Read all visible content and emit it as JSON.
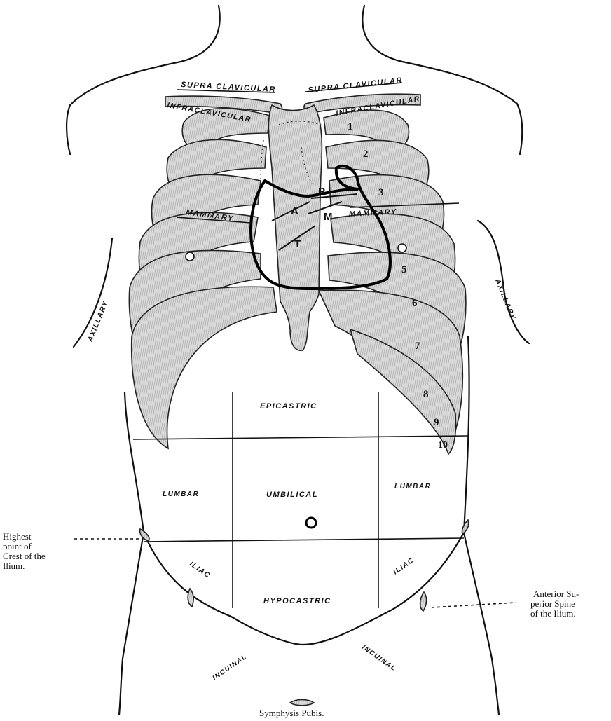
{
  "regions": {
    "supra_clavicular_left": "SUPRA CLAVICULAR",
    "supra_clavicular_right": "SUPRA CLAVICULAR",
    "infra_clavicular_left": "INFRACLAVICULAR",
    "infra_clavicular_right": "INFRACLAVICULAR",
    "mammary_left": "MAMMARY",
    "mammary_right": "MAMMARY",
    "axillary_left": "AXILLARY",
    "axillary_right": "AXILLARY",
    "epigastric": "EPICASTRIC",
    "umbilical": "UMBILICAL",
    "lumbar_left": "LUMBAR",
    "lumbar_right": "LUMBAR",
    "iliac_left": "ILIAC",
    "iliac_right": "ILIAC",
    "hypogastric": "HYPOCASTRIC",
    "inguinal_left": "INCUINAL",
    "inguinal_right": "INCUINAL"
  },
  "heart_valves": {
    "aortic": "A",
    "pulmonary": "P",
    "mitral": "M",
    "tricuspid": "T"
  },
  "ribs": [
    "1",
    "2",
    "3",
    "5",
    "6",
    "7",
    "8",
    "9",
    "10"
  ],
  "annotations": {
    "iliac_crest": [
      "Highest",
      "point of",
      "Crest of the",
      "Ilium."
    ],
    "iliac_spine": [
      "Anterior Su-",
      "perior Spine",
      "of the Ilium."
    ],
    "symphysis": "Symphysis Pubis."
  }
}
